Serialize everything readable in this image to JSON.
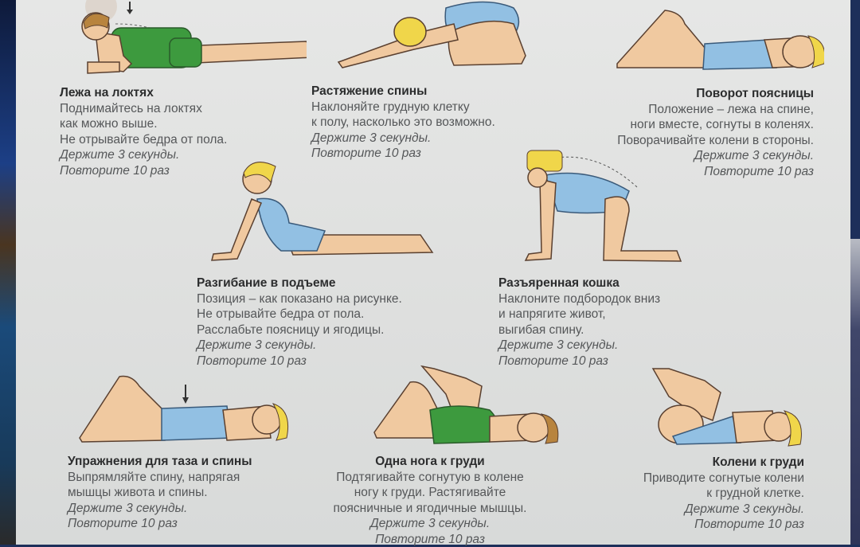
{
  "colors": {
    "paper": "#e3e4e3",
    "text": "#555759",
    "title": "#2c2d2e",
    "skin": "#f0c9a0",
    "swimsuit_blue": "#92c0e3",
    "shirt_green": "#3d9a3e",
    "hair_yellow": "#f0d64a",
    "hair_brown": "#b8843e"
  },
  "exercises": [
    {
      "id": "elbows",
      "title": "Лежа на локтях",
      "lines": [
        "Поднимайтесь на локтях",
        "как можно выше.",
        "Не отрывайте бедра от пола."
      ],
      "hold": "Держите 3 секунды.",
      "repeat": "Повторите 10 раз",
      "figure": "prone-on-elbows"
    },
    {
      "id": "back-stretch",
      "title": "Растяжение спины",
      "lines": [
        "Наклоняйте грудную клетку",
        "к полу, насколько это возможно."
      ],
      "hold": "Держите 3 секунды.",
      "repeat": "Повторите 10 раз",
      "figure": "child-pose"
    },
    {
      "id": "lumbar-twist",
      "title": "Поворот поясницы",
      "lines": [
        "Положение – лежа на спине,",
        "ноги вместе, согнуты в коленях.",
        "Поворачивайте колени в стороны."
      ],
      "hold": "Держите 3 секунды.",
      "repeat": "Повторите 10 раз",
      "figure": "supine-knees-bent"
    },
    {
      "id": "press-up",
      "title": "Разгибание в подъеме",
      "lines": [
        "Позиция – как показано на рисунке.",
        "Не отрывайте бедра от пола.",
        "Расслабьте поясницу и ягодицы."
      ],
      "hold": "Держите 3 секунды.",
      "repeat": "Повторите 10 раз",
      "figure": "cobra"
    },
    {
      "id": "angry-cat",
      "title": "Разъяренная кошка",
      "lines": [
        "Наклоните подбородок вниз",
        "и напрягите живот,",
        "выгибая спину."
      ],
      "hold": "Держите 3 секунды.",
      "repeat": "Повторите 10 раз",
      "figure": "cat-pose"
    },
    {
      "id": "pelvic-tilt",
      "title": "Упражнения для таза и спины",
      "lines": [
        "Выпрямляйте спину, напрягая",
        "мышцы живота и спины."
      ],
      "hold": "Держите 3 секунды.",
      "repeat": "Повторите 10 раз",
      "figure": "pelvic-tilt"
    },
    {
      "id": "single-knee",
      "title": "Одна нога к груди",
      "lines": [
        "Подтягивайте согнутую в колене",
        "ногу к груди. Растягивайте",
        "поясничные и ягодичные мышцы."
      ],
      "hold": "Держите 3 секунды.",
      "repeat": "Повторите 10 раз",
      "figure": "single-knee-to-chest"
    },
    {
      "id": "double-knee",
      "title": "Колени к груди",
      "lines": [
        "Приводите согнутые колени",
        "к грудной клетке."
      ],
      "hold": "Держите 3 секунды.",
      "repeat": "Повторите 10 раз",
      "figure": "double-knee-to-chest"
    }
  ]
}
